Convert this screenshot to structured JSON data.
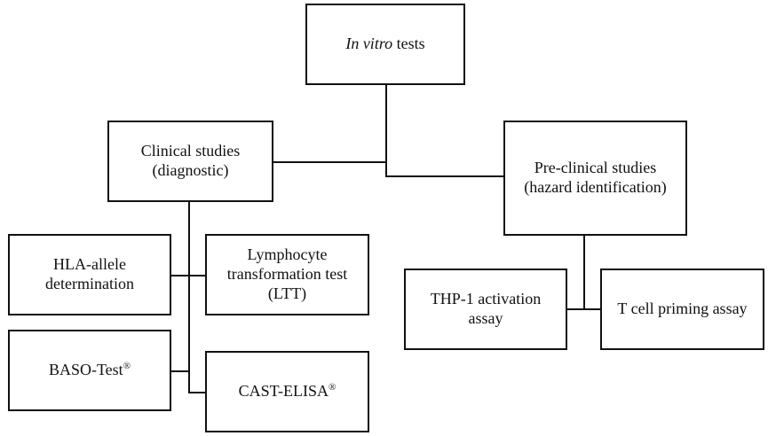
{
  "diagram": {
    "root": {
      "italic": "In vitro",
      "rest": " tests"
    },
    "clinical": {
      "line1": "Clinical studies",
      "line2": "(diagnostic)"
    },
    "preclinical": {
      "line1": "Pre-clinical studies",
      "line2": "(hazard identification)"
    },
    "hla": {
      "line1": "HLA-allele",
      "line2": "determination"
    },
    "ltt": {
      "line1": "Lymphocyte",
      "line2": "transformation test",
      "line3": "(LTT)"
    },
    "baso": {
      "label": "BASO-Test",
      "mark": "®"
    },
    "cast": {
      "label": "CAST-ELISA",
      "mark": "®"
    },
    "thp1": {
      "line1": "THP-1 activation",
      "line2": "assay"
    },
    "tcell": {
      "label": "T cell priming assay"
    }
  },
  "colors": {
    "line": "#111111",
    "background": "#ffffff"
  }
}
